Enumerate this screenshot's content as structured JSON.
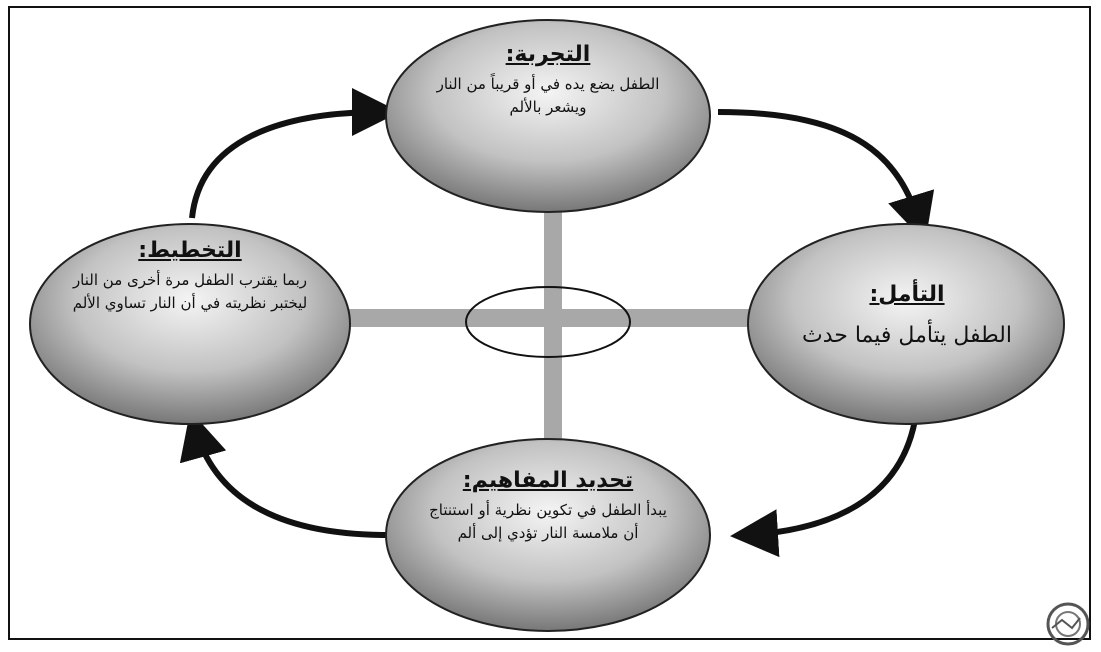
{
  "nodes": {
    "top": {
      "title": "التجربة:",
      "body": "الطفل يضع يده في أو قريباً من النار ويشعر بالألم"
    },
    "right": {
      "title": "التأمل:",
      "body": "الطفل يتأمل فيما حدث"
    },
    "bottom": {
      "title": "تحديد المفاهيم:",
      "body": "يبدأ الطفل في تكوين نظرية أو استنتاج أن ملامسة النار تؤدي إلى ألم"
    },
    "left": {
      "title": "التخطيط:",
      "body": "ربما يقترب الطفل مرة أخرى من النار ليختبر نظريته في أن النار تساوي الألم"
    }
  },
  "colors": {
    "arrow": "#111111",
    "cross": "#a8a8a8",
    "ellipse_dark": "#6f6f6f",
    "ellipse_light": "#f4f4f4"
  }
}
